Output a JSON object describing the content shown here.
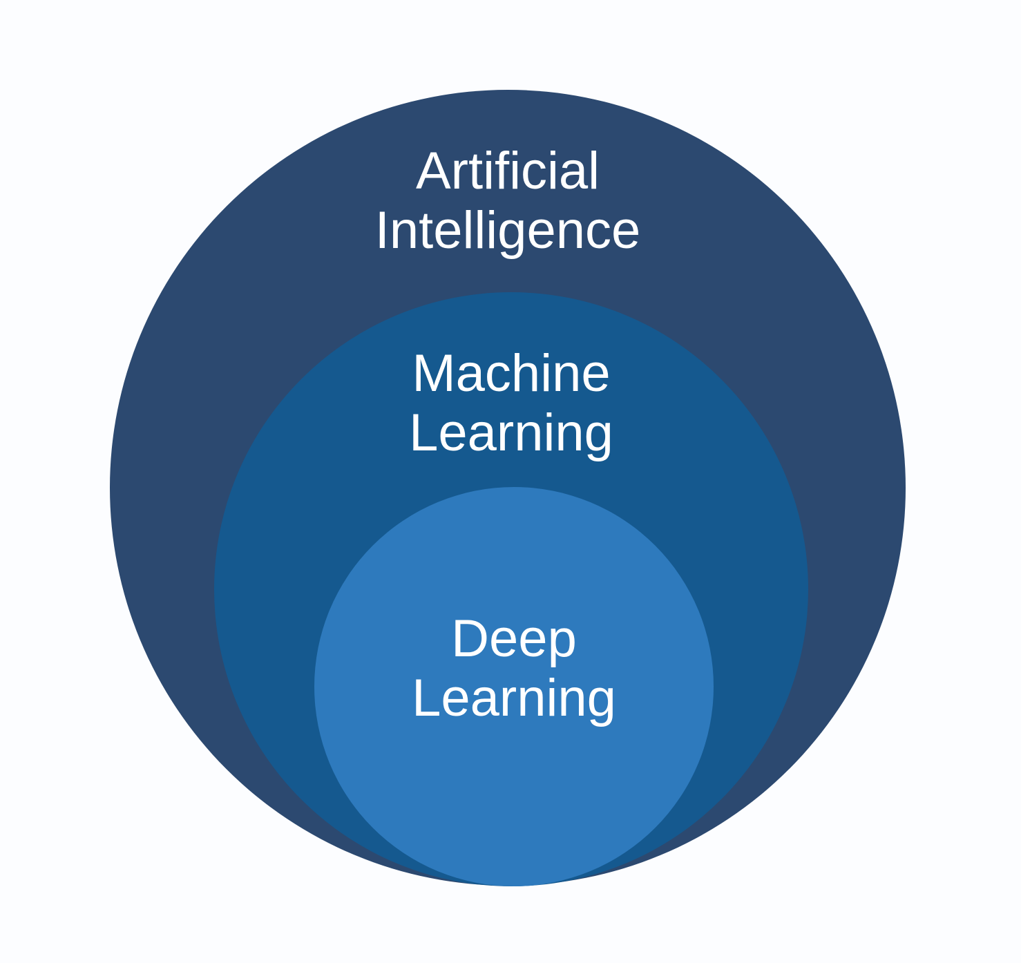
{
  "diagram": {
    "type": "nested-circles",
    "background": "#fcfdff",
    "text_color": "#ffffff",
    "circles": [
      {
        "name": "Artificial Intelligence",
        "label": "Artificial\nIntelligence",
        "color": "#2c4970"
      },
      {
        "name": "Machine Learning",
        "label": "Machine\nLearning",
        "color": "#15598f"
      },
      {
        "name": "Deep Learning",
        "label": "Deep\nLearning",
        "color": "#2e7abd"
      }
    ]
  }
}
